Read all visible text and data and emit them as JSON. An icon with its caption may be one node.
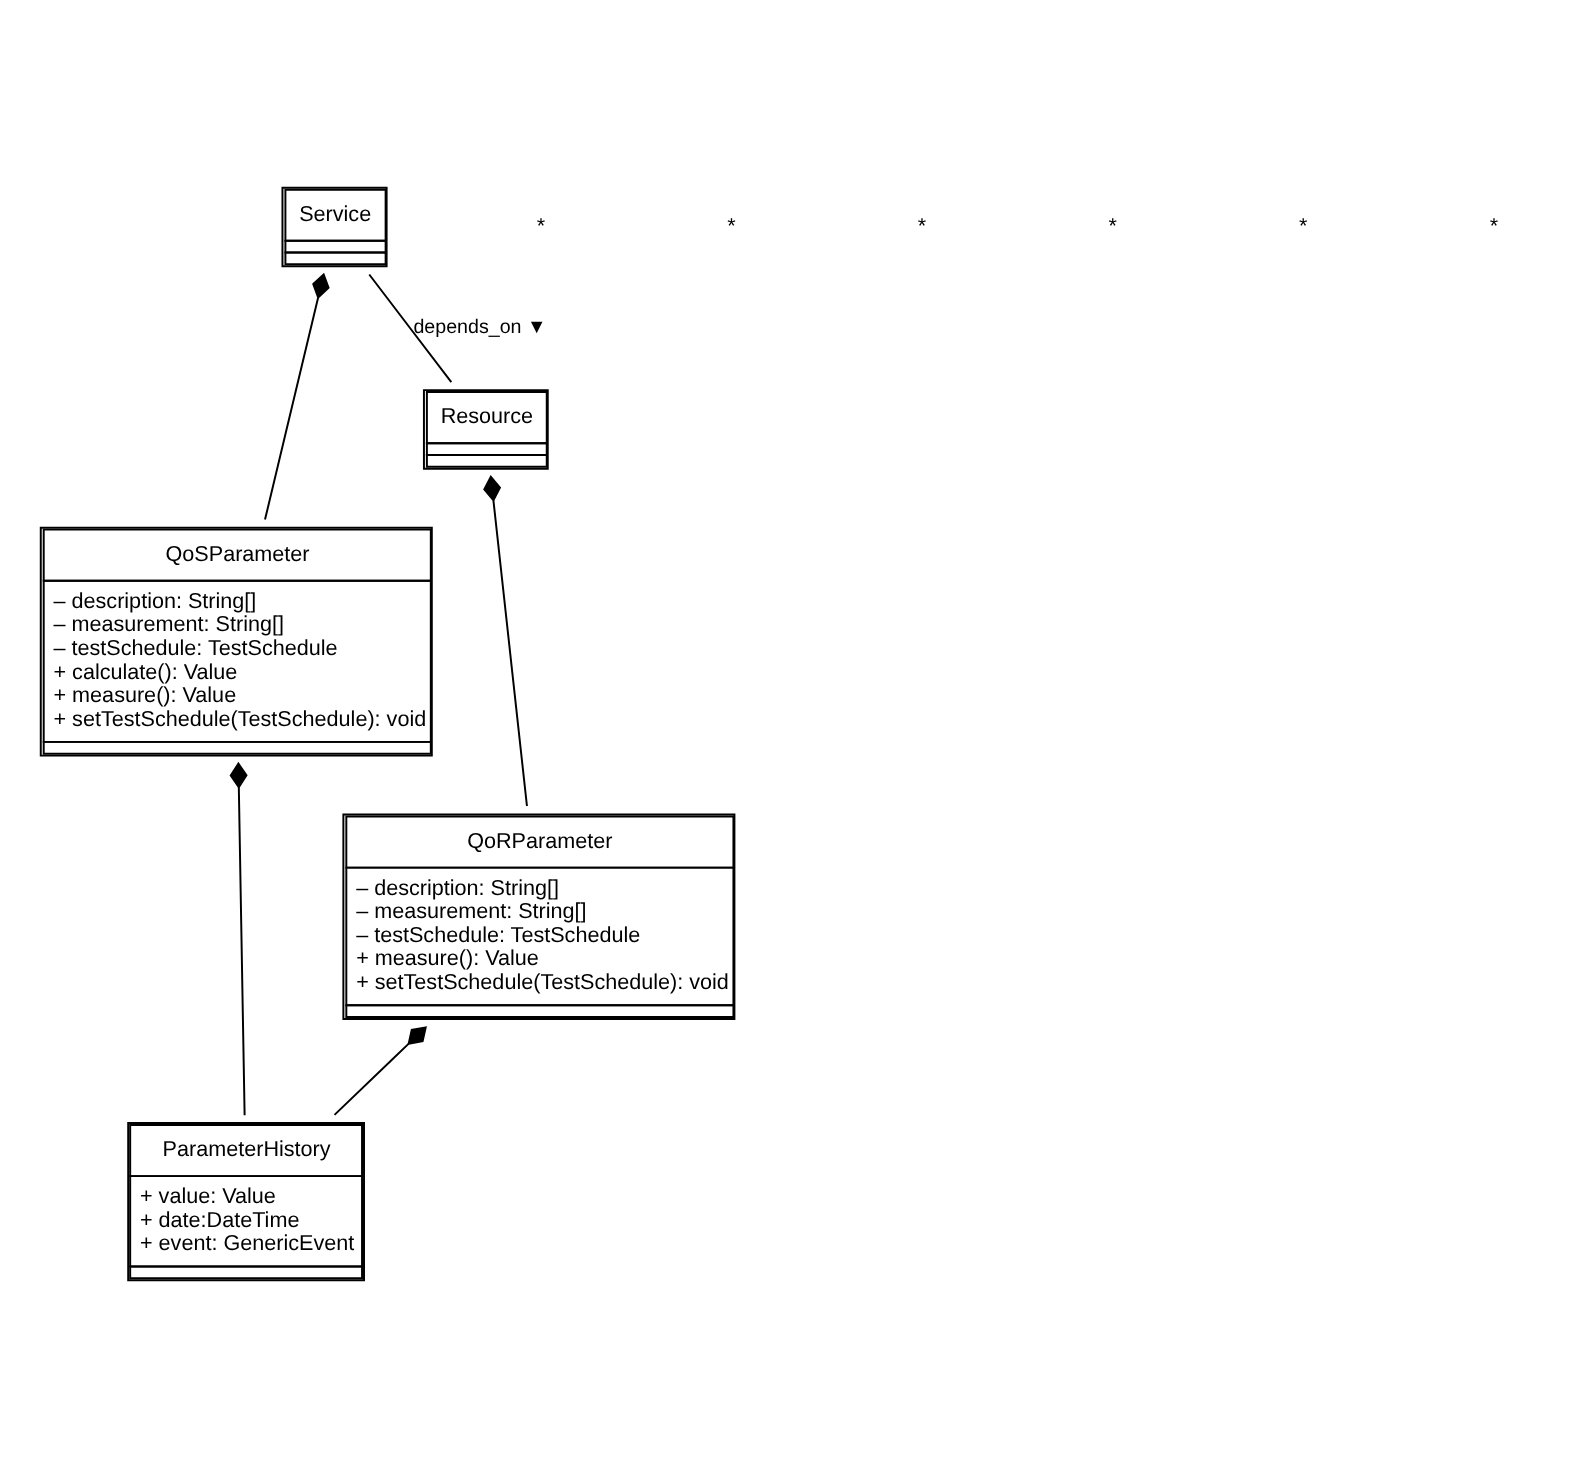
{
  "diagram": {
    "nodes": [
      {
        "text": [
          "Service"
        ]
      },
      {
        "text": [
          "QoSParameter",
          "– description: String[]",
          "– measurement: String[]",
          "– testSchedule: TestSchedule",
          "+ calculate(): Value",
          "+ measure(): Value",
          "+ setTestSchedule(TestSchedule): void"
        ]
      },
      {
        "text": [
          "Resource"
        ]
      },
      {
        "text": [
          "ParameterHistory",
          "+ value: Value",
          "+ date:DateTime",
          "+ event: GenericEvent"
        ]
      },
      {
        "text": [
          "QoRParameter",
          "– description: String[]",
          "– measurement: String[]",
          "– testSchedule: TestSchedule",
          "+ measure(): Value",
          "+ setTestSchedule(TestSchedule): void"
        ]
      }
    ],
    "edges": [
      {
        "from": 0,
        "to": 1,
        "arrow": "other"
      },
      {
        "from": 0,
        "to": 2,
        "arrow": "none",
        "label": "depends_on ▼"
      },
      {
        "from": 1,
        "to": 3,
        "arrow": "other"
      },
      {
        "from": 2,
        "to": 4,
        "arrow": "other"
      },
      {
        "from": 4,
        "to": 3,
        "arrow": "other"
      }
    ],
    "labels": [
      "*",
      "*",
      "*",
      "*",
      "*",
      "*"
    ]
  }
}
